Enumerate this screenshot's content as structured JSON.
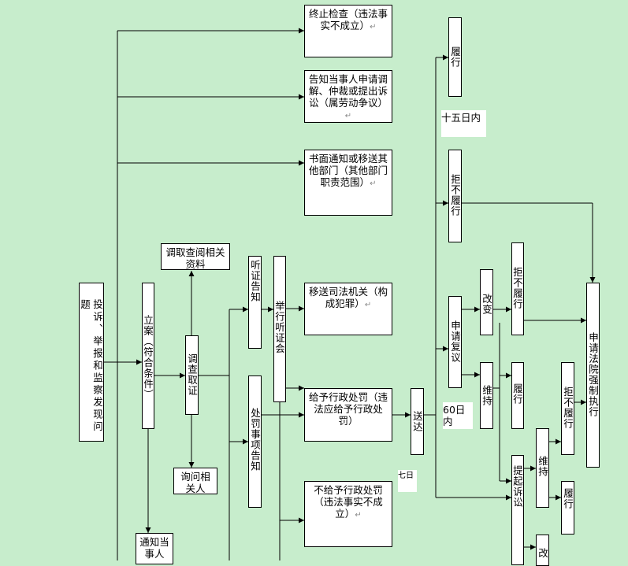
{
  "nodes": {
    "report": "投诉、举报和监察发现问题",
    "register": "立案（符合条件）",
    "investigate": "调查取证",
    "retrieve_docs": "调取查阅相关资料",
    "inquire": "询问相关人",
    "notify_party": "通知当事人",
    "hearing_notice": "听证告知",
    "hold_hearing": "举行听证会",
    "penalty_notice": "处罚事项告知",
    "terminate": "终止检查（违法事实不成立）",
    "inform_mediation": "告知当事人申请调解、仲裁或提出诉讼（属劳动争议）",
    "written_transfer": "书面通知或移送其他部门（其他部门职责范围）",
    "judicial_transfer": "移送司法机关（构成犯罪）",
    "give_penalty": "给予行政处罚（违法应给予行政处罚）",
    "no_penalty": "不给予行政处罚（违法事实不成立）",
    "deliver": "送达",
    "comply_top": "履行",
    "refuse_top": "拒不履行",
    "apply_review": "申请复议",
    "change": "改变",
    "refuse_after_change": "拒不履行",
    "maintain_review": "维持",
    "comply_after_review": "履行",
    "file_lawsuit": "提起诉讼",
    "refuse_after_review": "拒不履行",
    "maintain_lawsuit": "维持",
    "comply_after_lawsuit": "履行",
    "change_lawsuit": "改",
    "court_enforce": "申请法院强制执行"
  },
  "labels": {
    "within_15_days": "十五日内",
    "within_60_days": "60日内",
    "seven_days": "七日"
  },
  "paragraph_mark": "↵"
}
